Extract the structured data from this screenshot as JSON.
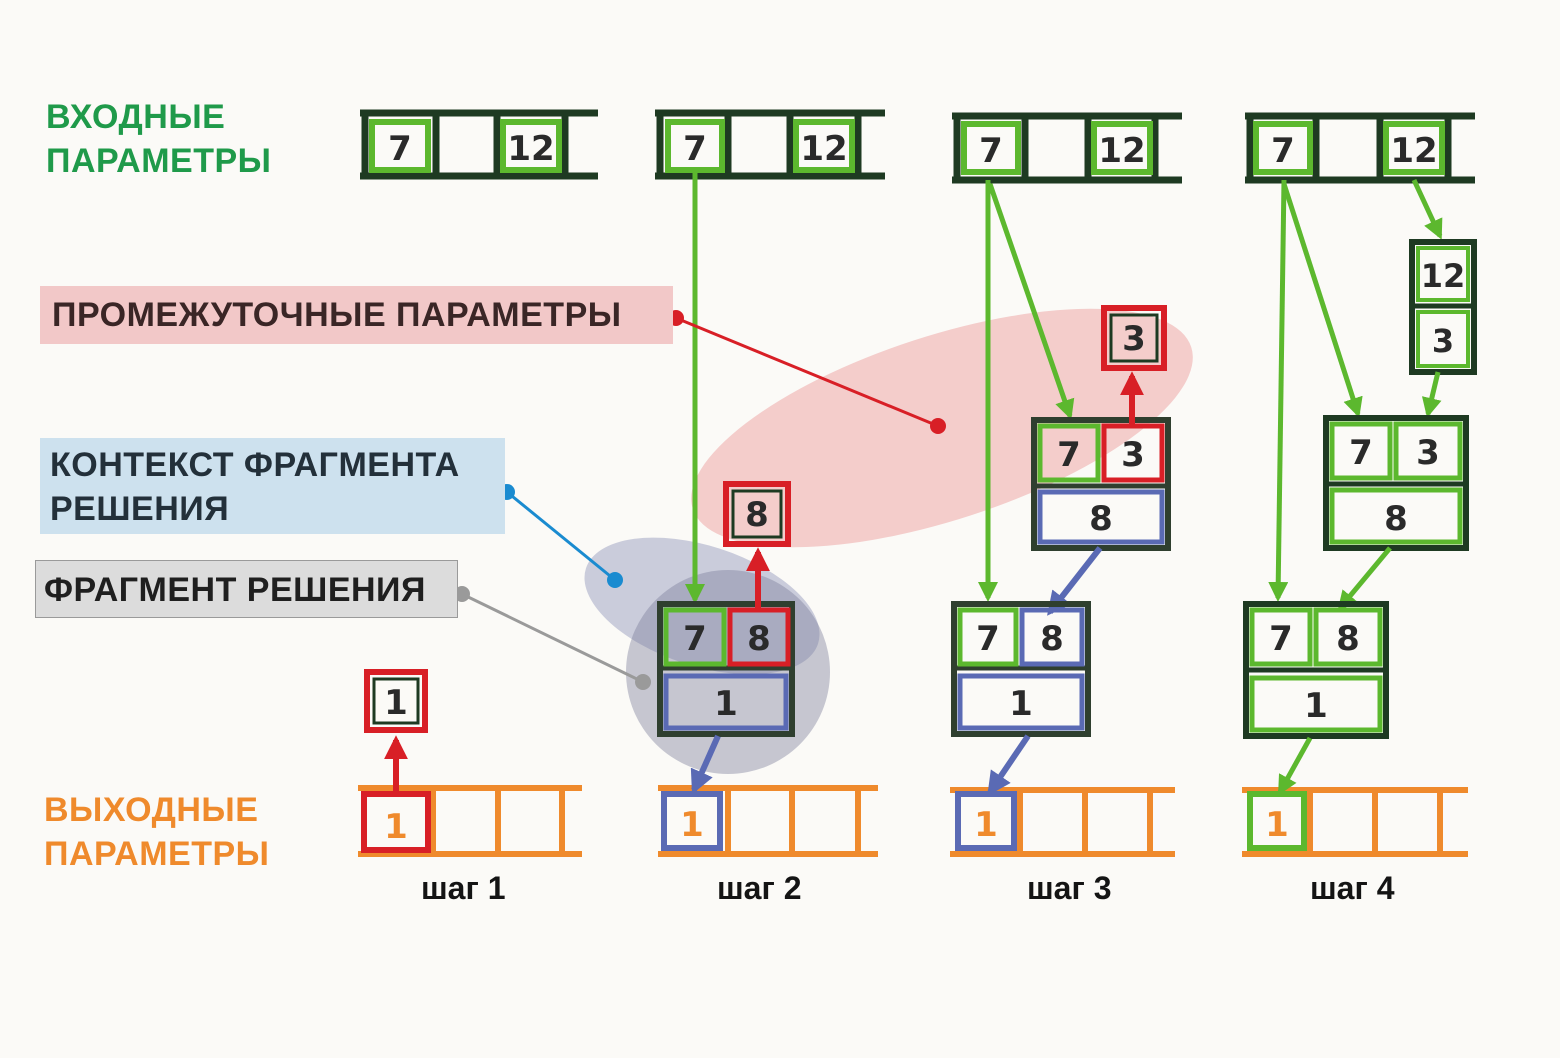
{
  "labels": {
    "input": [
      "ВХОДНЫЕ",
      "ПАРАМЕТРЫ"
    ],
    "intermediate": "ПРОМЕЖУТОЧНЫЕ ПАРАМЕТРЫ",
    "context": [
      "КОНТЕКСТ ФРАГМЕНТА",
      "РЕШЕНИЯ"
    ],
    "fragment": "ФРАГМЕНТ РЕШЕНИЯ",
    "output": [
      "ВЫХОДНЫЕ",
      "ПАРАМЕТРЫ"
    ]
  },
  "steps": [
    "шаг 1",
    "шаг 2",
    "шаг 3",
    "шаг 4"
  ],
  "input_values": [
    "7",
    "12"
  ],
  "step1": {
    "intermediate": "1",
    "output": "1"
  },
  "step2": {
    "input_copy": "7",
    "intermediate": "8",
    "result": "1",
    "output": "1"
  },
  "step3": {
    "input_copy": "7",
    "intermediate_top": "3",
    "context_value": "8",
    "result": "1",
    "output": "1"
  },
  "step4": {
    "column_top": "12",
    "column_bottom": "3",
    "input_copy": "7",
    "intermediate_top": "3",
    "context_value": "8",
    "result": "1",
    "output": "1"
  },
  "colors": {
    "input": "#1f9a4a",
    "input_box": "#5cb82e",
    "dark_frame": "#1e3a22",
    "intermediate": "#d81f26",
    "context": "#5a6ab4",
    "output": "#ef8a2c",
    "fragment_highlight": "#7b7f9c",
    "intermediate_highlight": "#eea0a0"
  }
}
